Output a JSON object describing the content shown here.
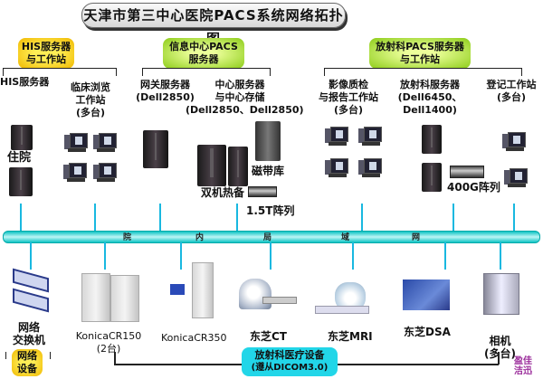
{
  "title": "天津市第三中心医院PACS系统网络拓扑图",
  "groups": {
    "his": {
      "line1": "HIS服务器",
      "line2": "与工作站"
    },
    "info_center": {
      "line1": "信息中心PACS",
      "line2": "服务器"
    },
    "radiology": {
      "line1": "放射科PACS服务器",
      "line2": "与工作站"
    },
    "medical_devices": {
      "line1": "放射科医疗设备",
      "line2": "(遵从DICOM3.0)"
    },
    "network": {
      "line1": "网络",
      "line2": "设备"
    }
  },
  "nodes": {
    "his_server": {
      "label": "HIS服务器",
      "sub": "住院"
    },
    "clinical_ws": {
      "line1": "临床浏览",
      "line2": "工作站",
      "line3": "(多台)"
    },
    "gateway": {
      "line1": "网关服务器",
      "line2": "(Dell2850)"
    },
    "central": {
      "line1": "中心服务器",
      "line2": "与中心存储",
      "line3": "(Dell2850、Dell2850)"
    },
    "dual": {
      "label": "双机热备"
    },
    "tape": {
      "label": "磁带库"
    },
    "array15": {
      "label": "1.5T阵列"
    },
    "qc_ws": {
      "line1": "影像质检",
      "line2": "与报告工作站",
      "line3": "(多台)"
    },
    "rad_server": {
      "line1": "放射科服务器",
      "line2": "(Dell6450、",
      "line3": "Dell1400)"
    },
    "array400": {
      "label": "400G阵列"
    },
    "reg_ws": {
      "line1": "登记工作站",
      "line2": "(多台)"
    }
  },
  "lan": {
    "chars": [
      "院",
      "内",
      "局",
      "域",
      "网"
    ]
  },
  "bottom": {
    "switch": {
      "line1": "网络",
      "line2": "交换机"
    },
    "cr150": {
      "line1": "KonicaCR150",
      "line2": "(2台)"
    },
    "cr350": {
      "label": "KonicaCR350"
    },
    "ct": {
      "label": "东芝CT"
    },
    "mri": {
      "label": "东芝MRI"
    },
    "dsa": {
      "label": "东芝DSA"
    },
    "camera": {
      "line1": "相机",
      "line2": "(多台)"
    }
  },
  "watermark": {
    "line1": "盈佳",
    "line2": "洁迅"
  }
}
